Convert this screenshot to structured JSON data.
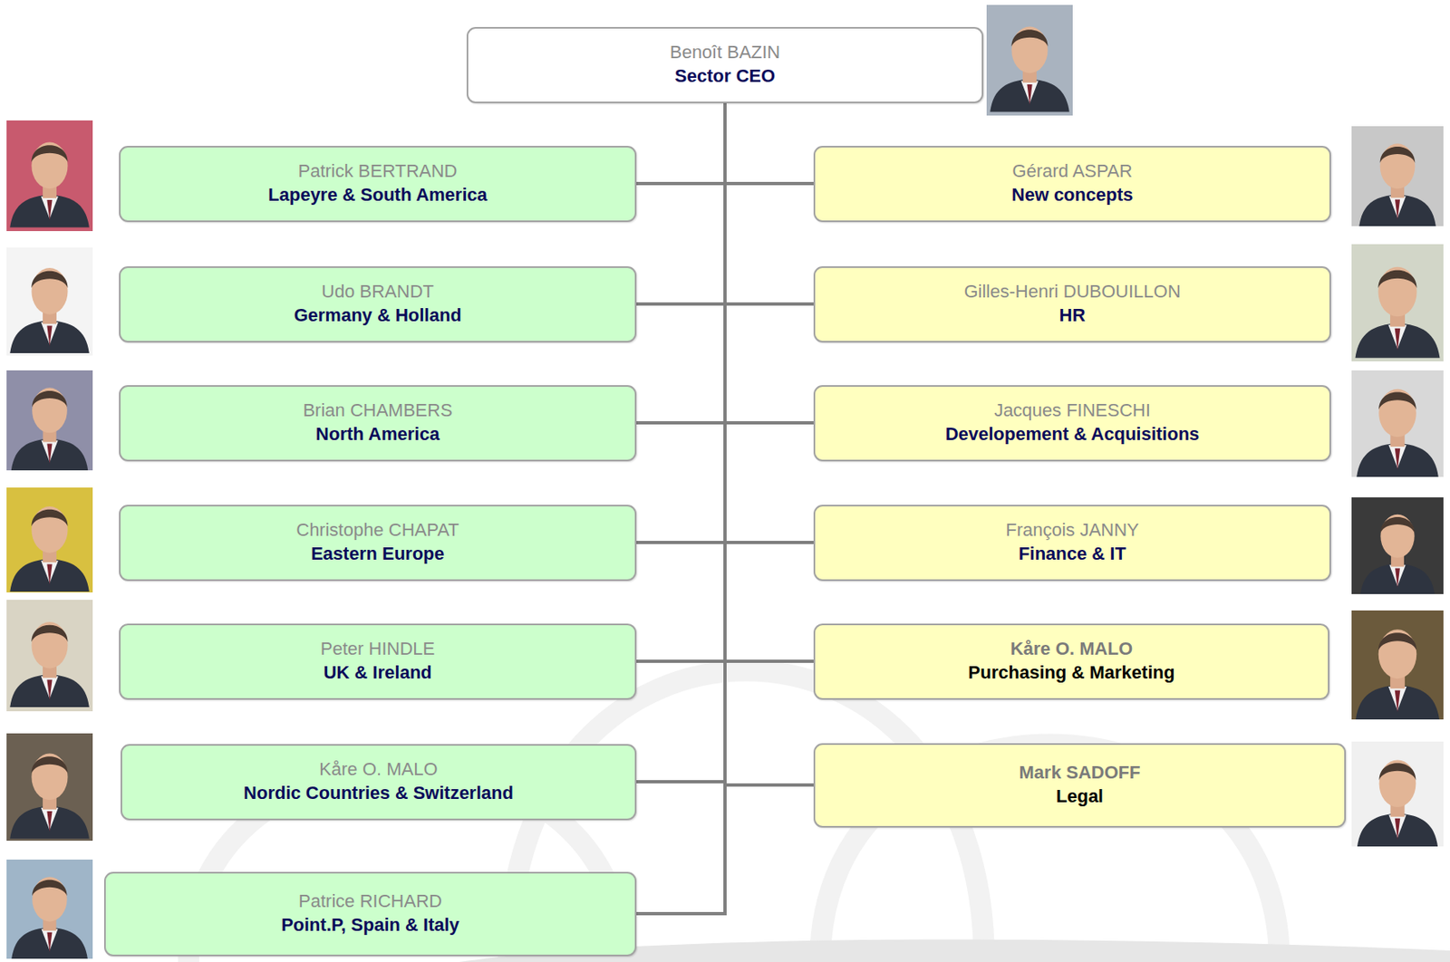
{
  "diagram": {
    "nodes": [
      {
        "text": [
          "Benoît BAZIN",
          "Sector CEO"
        ]
      },
      {
        "text": [
          "Patrick BERTRAND",
          "Lapeyre & South America"
        ]
      },
      {
        "text": [
          "Gérard ASPAR",
          "New concepts"
        ]
      },
      {
        "text": [
          "Udo BRANDT",
          "Germany & Holland"
        ]
      },
      {
        "text": [
          "Gilles-Henri DUBOUILLON",
          "HR"
        ]
      },
      {
        "text": [
          "Brian CHAMBERS",
          "North America"
        ]
      },
      {
        "text": [
          "Jacques FINESCHI",
          "Developement & Acquisitions"
        ]
      },
      {
        "text": [
          "Christophe CHAPAT",
          "Eastern Europe"
        ]
      },
      {
        "text": [
          "François JANNY",
          "Finance & IT"
        ]
      },
      {
        "text": [
          "Peter HINDLE",
          "UK & Ireland"
        ]
      },
      {
        "text": [
          "Kåre O. MALO",
          "Purchasing & Marketing"
        ]
      },
      {
        "text": [
          "Kåre O. MALO",
          "Nordic Countries & Switzerland"
        ]
      },
      {
        "text": [
          "Mark SADOFF",
          "Legal"
        ]
      },
      {
        "text": [
          "Patrice RICHARD",
          "Point.P, Spain & Italy"
        ]
      }
    ],
    "edges": [
      {
        "from": 0,
        "to": 1,
        "arrow": "none"
      },
      {
        "from": 0,
        "to": 2,
        "arrow": "none"
      },
      {
        "from": 0,
        "to": 3,
        "arrow": "none"
      },
      {
        "from": 0,
        "to": 4,
        "arrow": "none"
      },
      {
        "from": 0,
        "to": 5,
        "arrow": "none"
      },
      {
        "from": 0,
        "to": 6,
        "arrow": "none"
      },
      {
        "from": 0,
        "to": 7,
        "arrow": "none"
      },
      {
        "from": 0,
        "to": 8,
        "arrow": "none"
      },
      {
        "from": 0,
        "to": 9,
        "arrow": "none"
      },
      {
        "from": 0,
        "to": 10,
        "arrow": "none"
      },
      {
        "from": 0,
        "to": 11,
        "arrow": "none"
      },
      {
        "from": 0,
        "to": 12,
        "arrow": "none"
      },
      {
        "from": 0,
        "to": 13,
        "arrow": "none"
      }
    ]
  }
}
